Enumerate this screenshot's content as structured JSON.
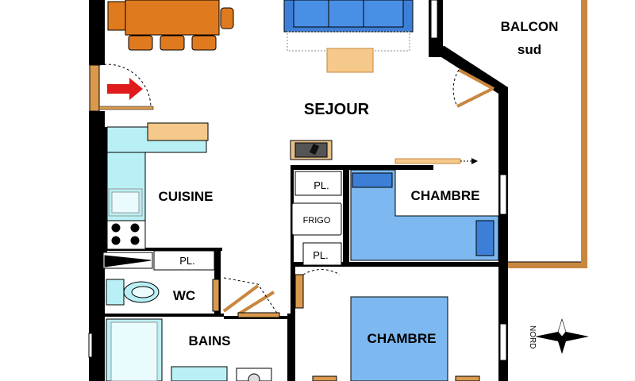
{
  "rooms": {
    "sejour": "SEJOUR",
    "balcon_line1": "BALCON",
    "balcon_line2": "sud",
    "cuisine": "CUISINE",
    "chambre_1": "CHAMBRE",
    "chambre_2": "CHAMBRE",
    "wc": "WC",
    "bains": "BAINS"
  },
  "labels": {
    "placard_1": "PL.",
    "placard_2": "PL.",
    "placard_3": "PL.",
    "frigo": "FRIGO",
    "compass": "NORD"
  },
  "colors": {
    "wall": "#000000",
    "wood": "#d99a4e",
    "furniture_blue": "#7db8f0",
    "furniture_blue_dark": "#3d7fd6",
    "sofa": "#4a8fe6",
    "fixtures_cyan": "#b9f0f5",
    "table": "#e07a1e",
    "balcony_rail": "#c8873e",
    "entry_arrow": "#e01b1b"
  }
}
